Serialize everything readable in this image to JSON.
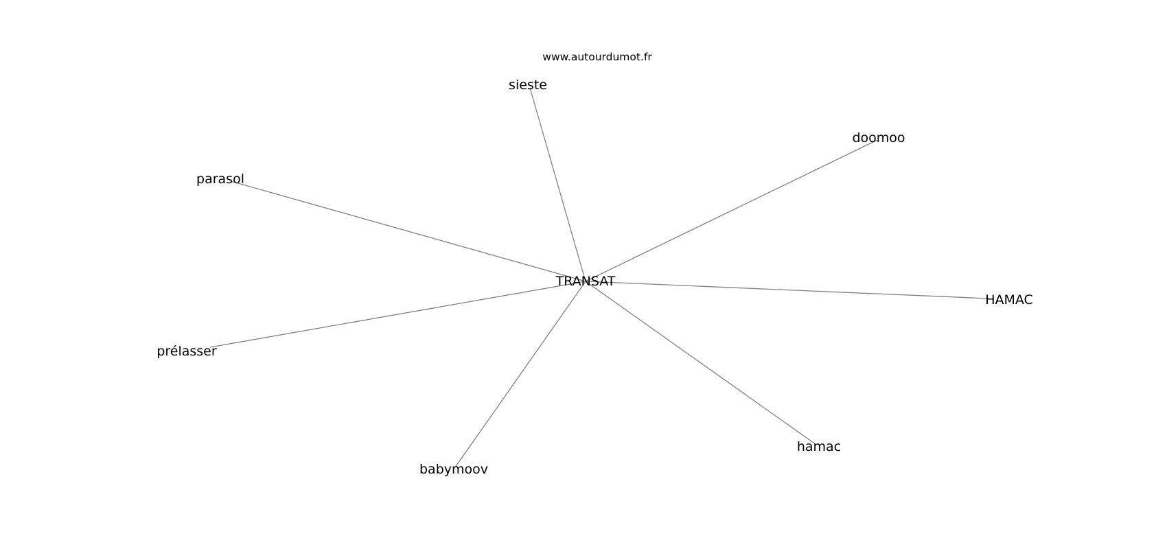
{
  "site": "www.autourdumot.fr",
  "graph": {
    "center": {
      "id": "transat",
      "label": "TRANSAT"
    },
    "nodes": [
      {
        "id": "sieste",
        "label": "sieste"
      },
      {
        "id": "doomoo",
        "label": "doomoo"
      },
      {
        "id": "parasol",
        "label": "parasol"
      },
      {
        "id": "hamac-upper",
        "label": "HAMAC"
      },
      {
        "id": "prelasser",
        "label": "prélasser"
      },
      {
        "id": "hamac",
        "label": "hamac"
      },
      {
        "id": "babymoov",
        "label": "babymoov"
      }
    ]
  },
  "colors": {
    "edge": "#808080",
    "text": "#000000",
    "background": "#ffffff"
  }
}
